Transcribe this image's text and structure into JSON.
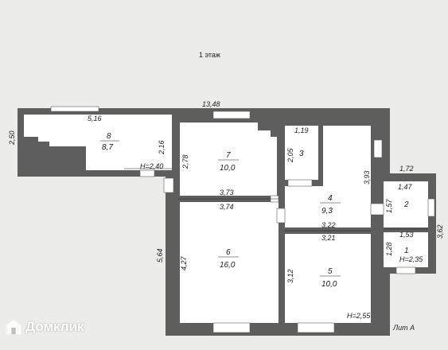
{
  "floor_title": "1 этаж",
  "lit_label": "Лит А",
  "watermark": "Домклик",
  "rooms": [
    {
      "number": "8",
      "area": "8,7"
    },
    {
      "number": "7",
      "area": "10,0"
    },
    {
      "number": "3",
      "area": ""
    },
    {
      "number": "4",
      "area": "9,3"
    },
    {
      "number": "2",
      "area": ""
    },
    {
      "number": "1",
      "area": ""
    },
    {
      "number": "6",
      "area": "16,0"
    },
    {
      "number": "5",
      "area": "10,0"
    }
  ],
  "dimensions": {
    "overall_top": "13,48",
    "left_block": "2,50",
    "r8_width": "5,16",
    "r8_height": "2,16",
    "r8_ceiling": "H=2,40",
    "r7_height": "2,78",
    "r7_width_bottom": "3,73",
    "r6_width_top": "3,74",
    "r6_height": "4,27",
    "left_overall": "5,64",
    "r3_width": "1,19",
    "r3_height": "2,05",
    "r4_height": "3,93",
    "r4_width_bottom": "3,22",
    "r5_width_top": "3,21",
    "r5_height": "3,12",
    "r5_ceiling": "H=2,55",
    "door_4_2": "1,57",
    "annex_width": "1,72",
    "r2_width": "1,47",
    "annex_height": "3,62",
    "r1_width": "1,53",
    "r1_height": "1,28",
    "r1_ceiling": "H=2,35"
  }
}
